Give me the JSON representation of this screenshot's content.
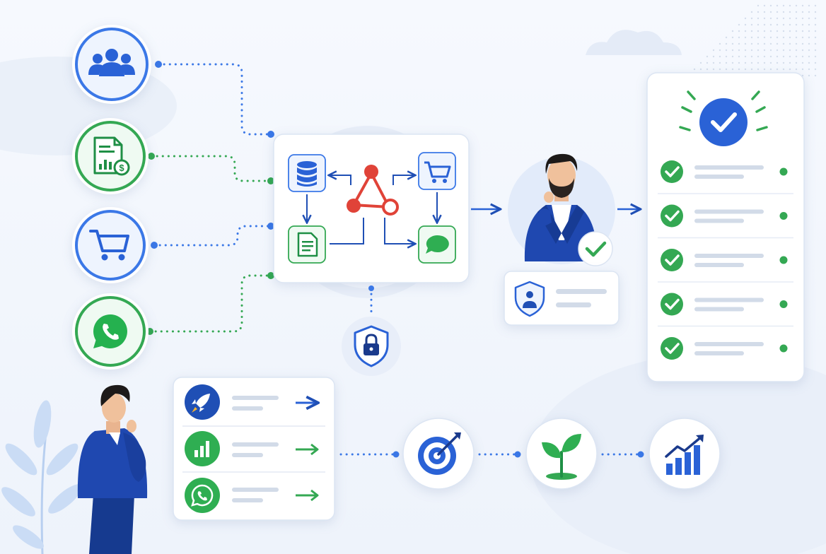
{
  "colors": {
    "blue": "#3b78e7",
    "dark_blue": "#1f4fb5",
    "green": "#34a853",
    "red": "#e04338",
    "light_blue": "#e8f0fd",
    "light_green": "#e6f5ea",
    "gray_line": "#d2dbe8",
    "navy": "#1a3a8c"
  },
  "sources": [
    {
      "icon": "users-icon",
      "color": "blue"
    },
    {
      "icon": "invoice-icon",
      "color": "green"
    },
    {
      "icon": "cart-icon",
      "color": "blue"
    },
    {
      "icon": "whatsapp-icon",
      "color": "green"
    }
  ],
  "hub": {
    "nodes": [
      "database-icon",
      "cart-icon",
      "document-icon",
      "chat-icon"
    ],
    "center_icon": "network-icon",
    "security_icon": "shield-lock-icon"
  },
  "reviewer": {
    "badge_icon": "check-icon",
    "card_icon": "user-shield-icon"
  },
  "checklist": {
    "header_icon": "check-circle-icon",
    "item_count": 5
  },
  "actions": [
    {
      "icon": "rocket-icon",
      "arrow_color": "blue"
    },
    {
      "icon": "bar-chart-icon",
      "arrow_color": "green"
    },
    {
      "icon": "whatsapp-icon",
      "arrow_color": "green"
    }
  ],
  "outcomes": [
    "target-icon",
    "sprout-icon",
    "growth-chart-icon"
  ]
}
